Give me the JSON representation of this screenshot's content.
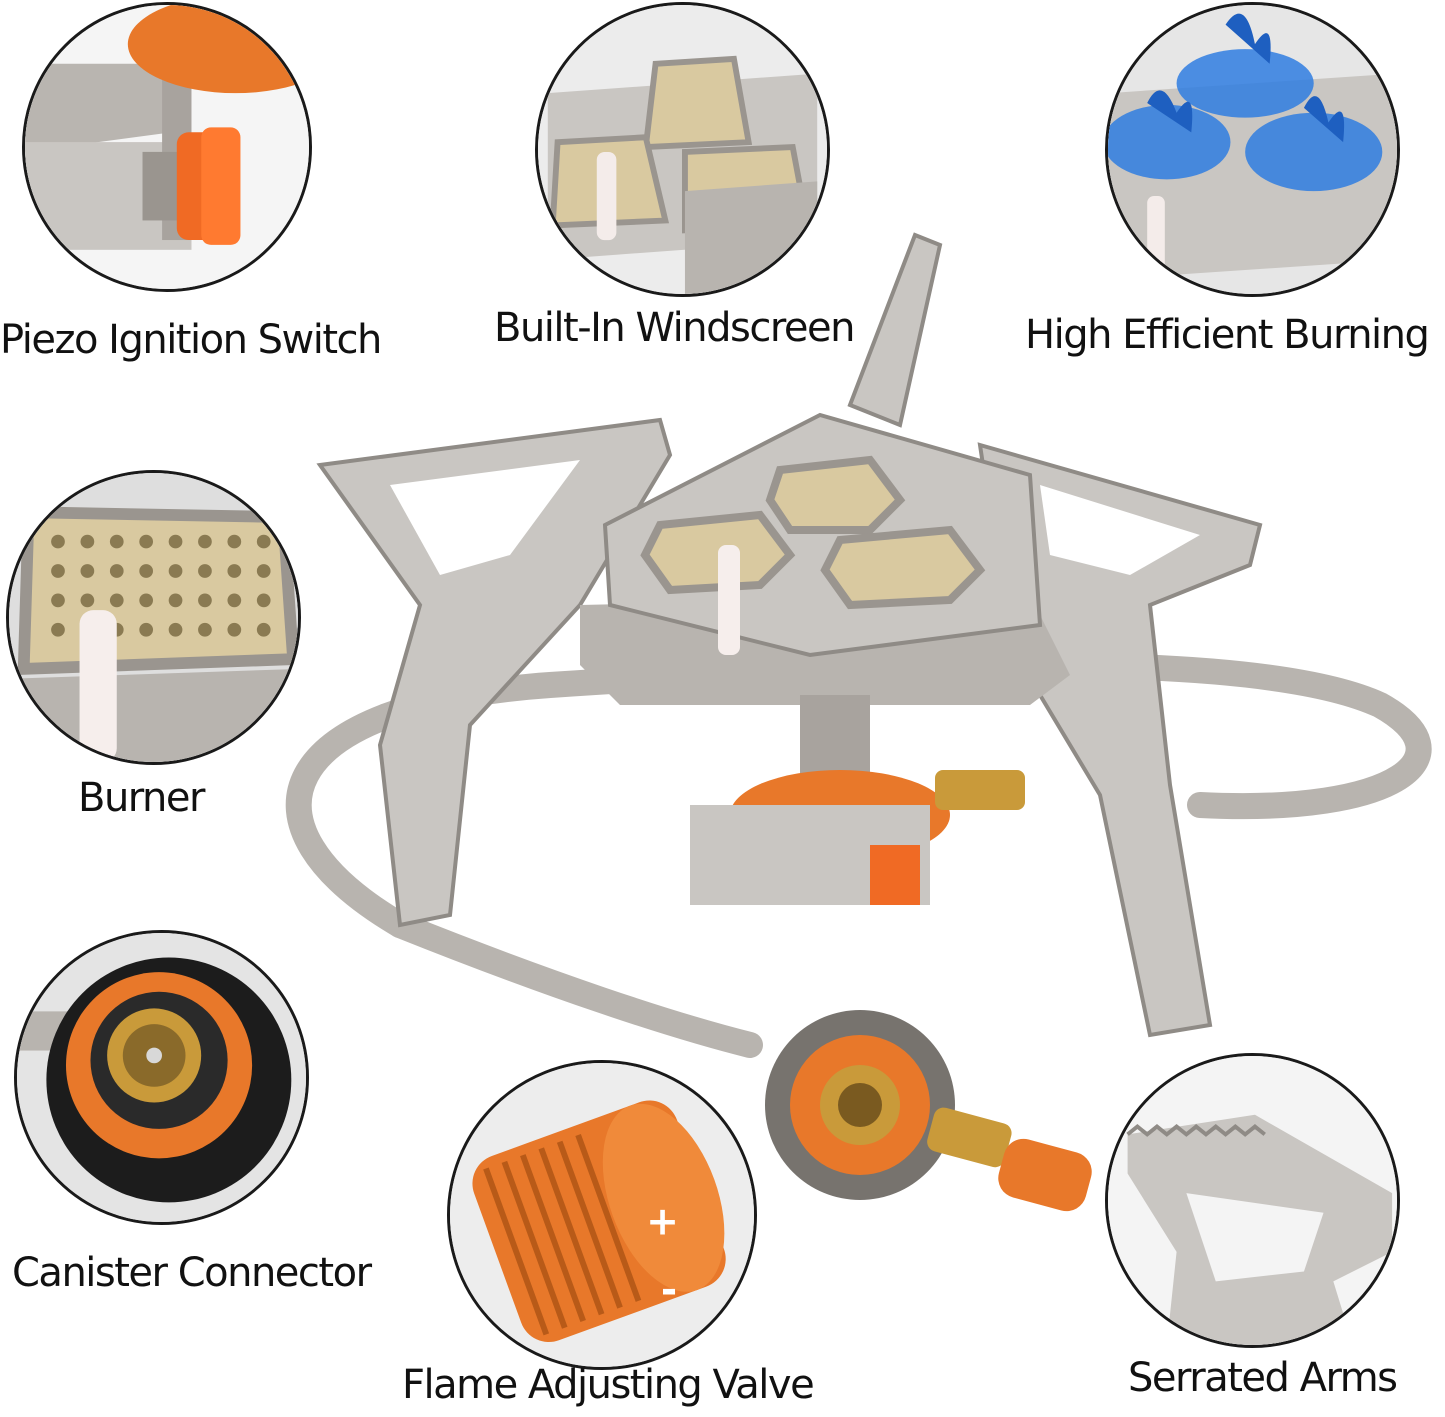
{
  "callouts": {
    "piezo": {
      "label": "Piezo Ignition Switch",
      "icon": "piezo-switch-icon"
    },
    "windscreen": {
      "label": "Built-In Windscreen",
      "icon": "windscreen-icon"
    },
    "burning": {
      "label": "High Efficient Burning",
      "icon": "blue-flame-icon"
    },
    "burner": {
      "label": "Burner",
      "icon": "burner-plate-icon"
    },
    "canister": {
      "label": "Canister Connector",
      "icon": "canister-connector-icon"
    },
    "valve": {
      "label": "Flame Adjusting Valve",
      "icon": "valve-knob-icon"
    },
    "arms": {
      "label": "Serrated Arms",
      "icon": "serrated-arm-icon"
    }
  },
  "valve_markings": {
    "plus": "+",
    "minus": "-"
  },
  "colors": {
    "steel": "#c9c6c2",
    "steel_dark": "#8f8b86",
    "brass_mesh": "#d9c9a0",
    "orange": "#e8782a",
    "flame_blue": "#2f7de0",
    "brass": "#c99a3a",
    "outline": "#1a1a1a"
  }
}
